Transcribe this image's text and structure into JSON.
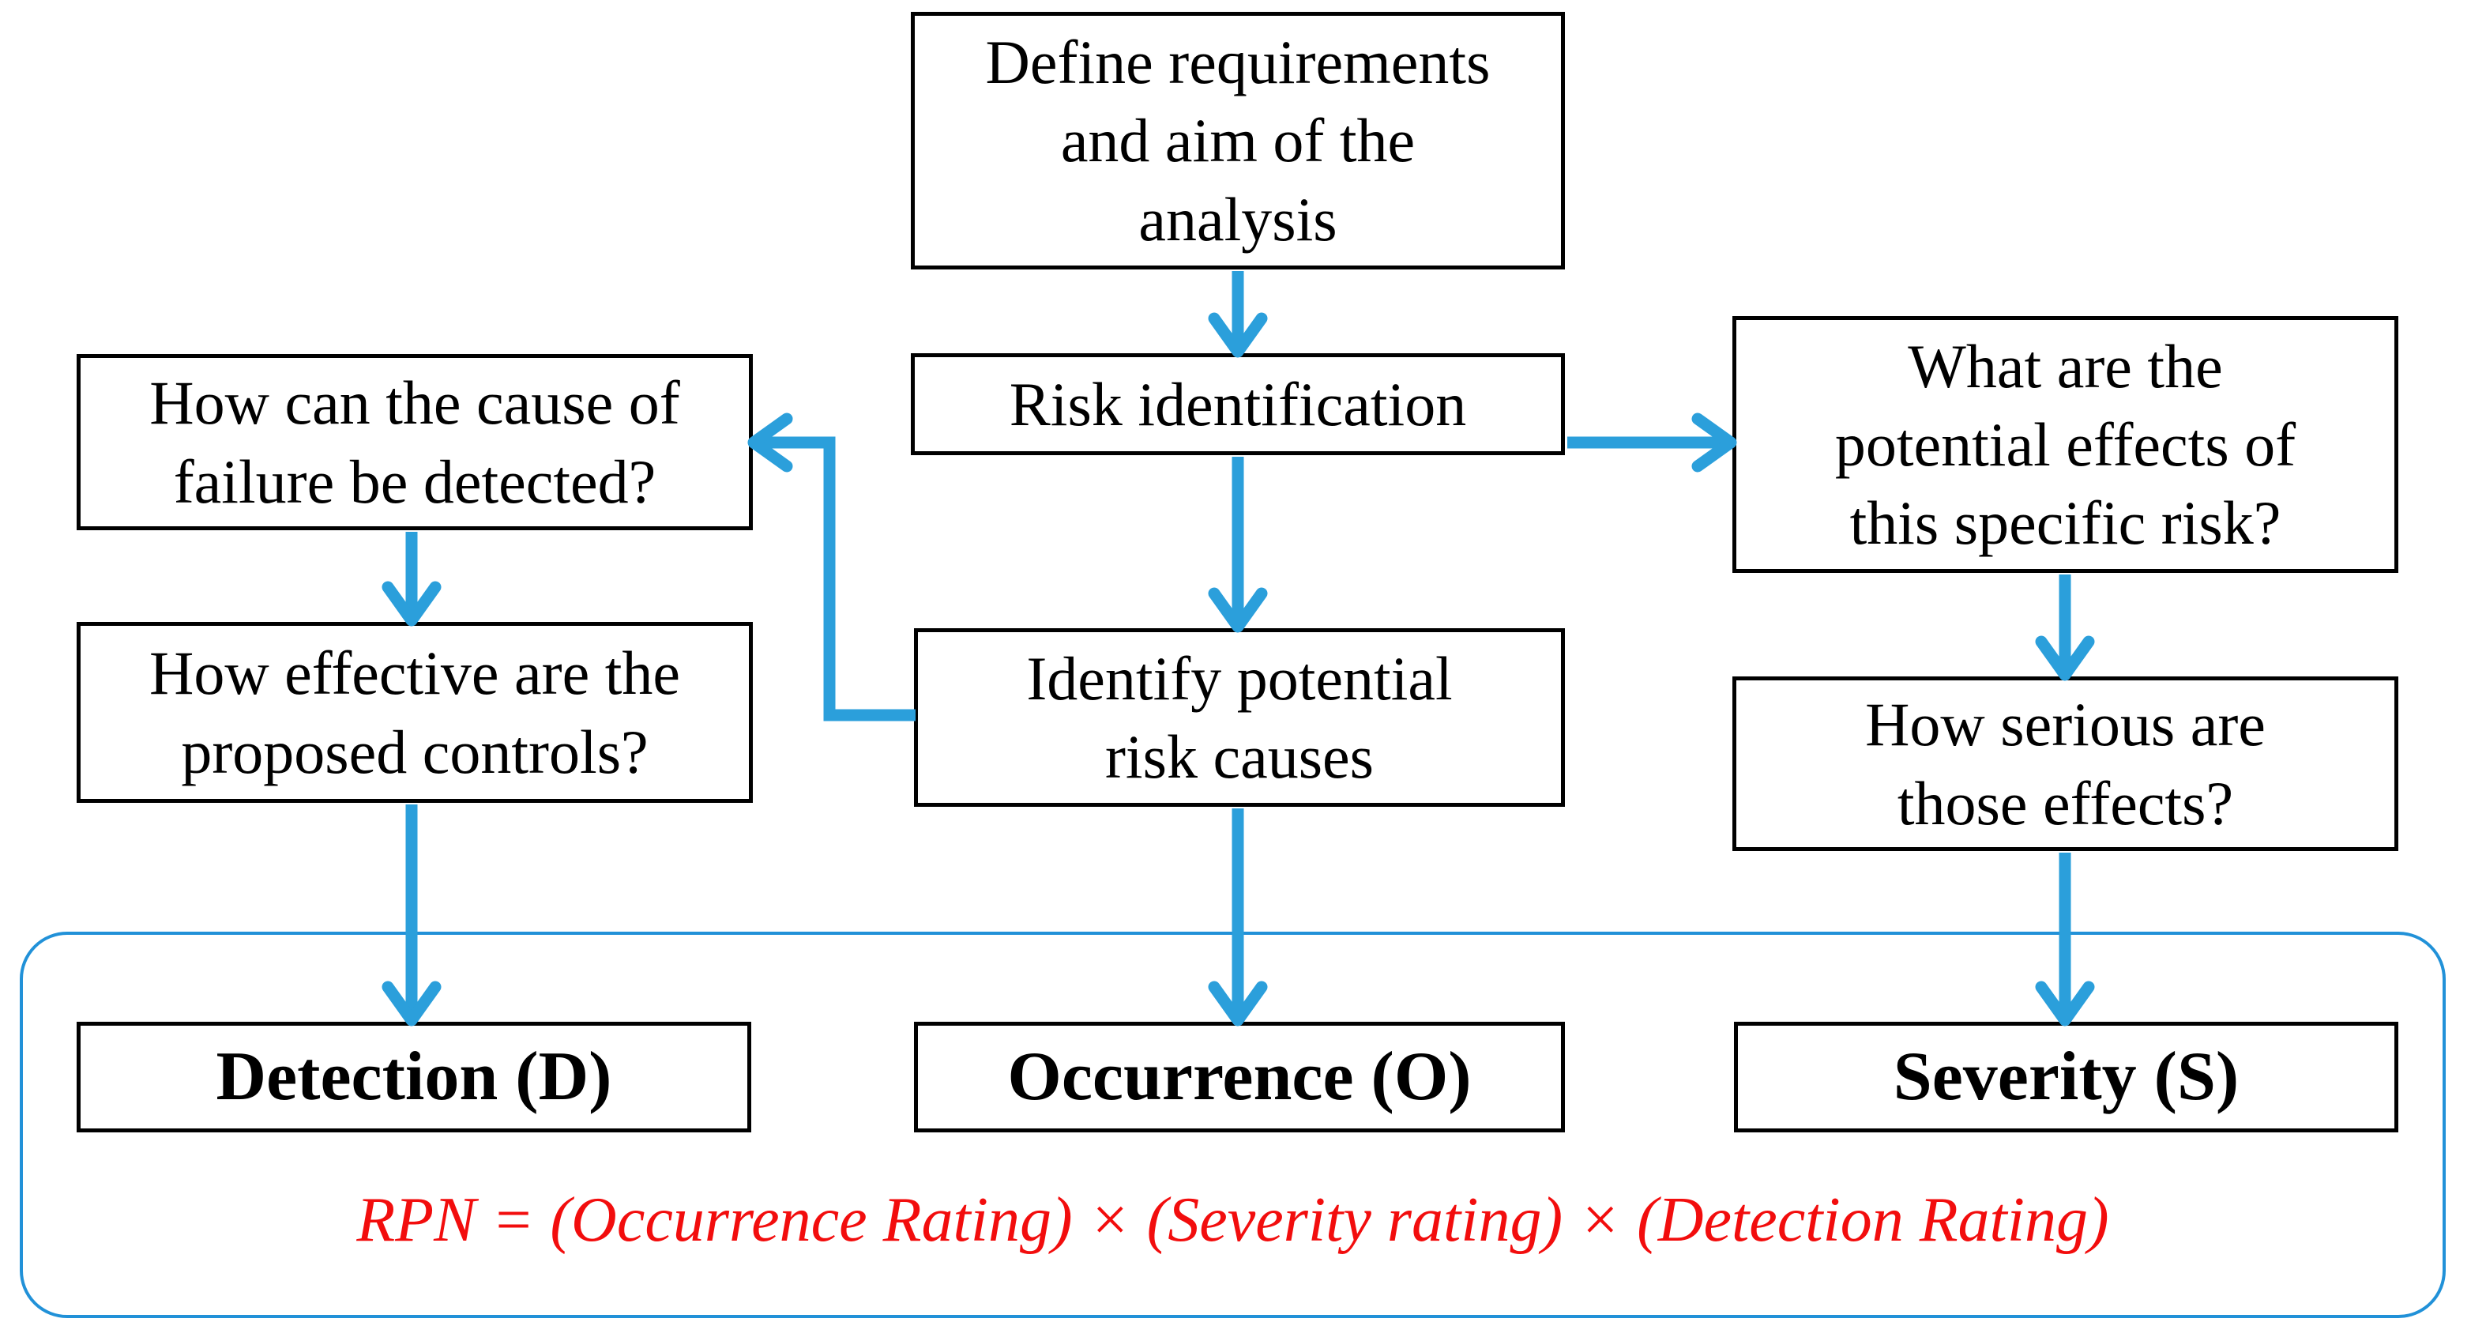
{
  "flowchart": {
    "nodes": {
      "define": {
        "label": "Define requirements\nand aim of the\nanalysis"
      },
      "risk_identification": {
        "label": "Risk identification"
      },
      "detect_cause": {
        "label": "How can the cause of\nfailure be detected?"
      },
      "effective_controls": {
        "label": "How effective are the\nproposed controls?"
      },
      "identify_causes": {
        "label": "Identify potential\nrisk causes"
      },
      "potential_effects": {
        "label": "What are the\npotential effects of\nthis specific risk?"
      },
      "serious_effects": {
        "label": "How serious are\nthose effects?"
      },
      "detection": {
        "label": "Detection (D)"
      },
      "occurrence": {
        "label": "Occurrence (O)"
      },
      "severity": {
        "label": "Severity (S)"
      }
    },
    "rpn_formula": "RPN = (Occurrence Rating) × (Severity rating) × (Detection Rating)",
    "edges": [
      {
        "from": "define",
        "to": "risk_identification"
      },
      {
        "from": "risk_identification",
        "to": "identify_causes"
      },
      {
        "from": "risk_identification",
        "to": "potential_effects"
      },
      {
        "from": "identify_causes",
        "to": "detect_cause"
      },
      {
        "from": "detect_cause",
        "to": "effective_controls"
      },
      {
        "from": "potential_effects",
        "to": "serious_effects"
      },
      {
        "from": "effective_controls",
        "to": "detection"
      },
      {
        "from": "identify_causes",
        "to": "occurrence"
      },
      {
        "from": "serious_effects",
        "to": "severity"
      }
    ],
    "colors": {
      "arrow_blue": "#2b9fdb",
      "container_border_blue": "#2191d8",
      "formula_red": "#f20d0d",
      "box_border_black": "#000000",
      "background": "#ffffff"
    }
  }
}
